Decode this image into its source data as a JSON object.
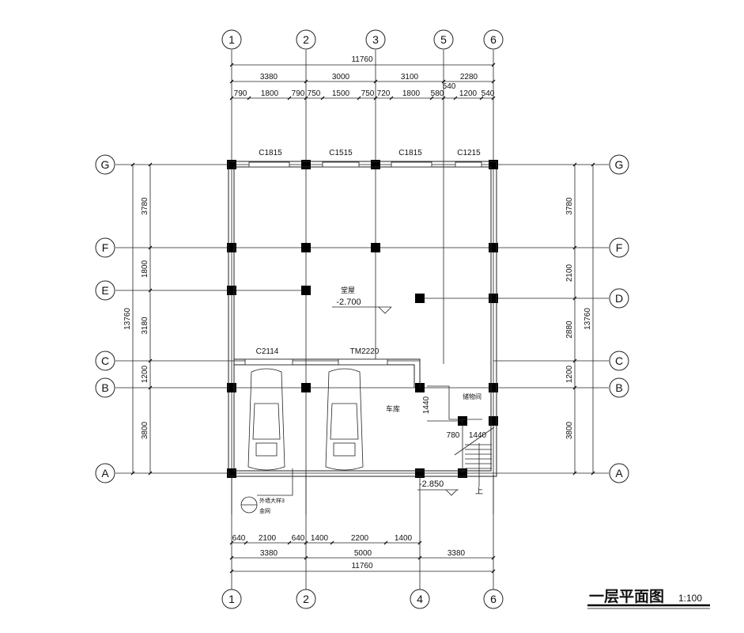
{
  "title": {
    "name": "一层平面图",
    "scale": "1:100"
  },
  "grid": {
    "top_axes": [
      "1",
      "2",
      "3",
      "5",
      "6"
    ],
    "bottom_axes": [
      "1",
      "2",
      "4",
      "6"
    ],
    "left_axes": [
      "G",
      "F",
      "E",
      "C",
      "B",
      "A"
    ],
    "right_axes": [
      "G",
      "F",
      "D",
      "C",
      "B",
      "A"
    ]
  },
  "dims": {
    "top_total": "11760",
    "top_bays": [
      "3380",
      "3000",
      "3100",
      "2280"
    ],
    "top_detail": [
      "790",
      "1800",
      "790",
      "750",
      "1500",
      "750",
      "720",
      "1800",
      "580",
      "540",
      "1200",
      "540"
    ],
    "bottom_detail": [
      "640",
      "2100",
      "640",
      "1400",
      "2200",
      "1400"
    ],
    "bottom_bays": [
      "3380",
      "5000",
      "3380"
    ],
    "bottom_total": "11760",
    "left_segments": [
      "3780",
      "1800",
      "3180",
      "1200",
      "3800"
    ],
    "left_total": "13760",
    "right_segments": [
      "3780",
      "2100",
      "2880",
      "1200",
      "3800"
    ],
    "right_total": "13760",
    "stair": [
      "1440",
      "780",
      "1440"
    ]
  },
  "openings": {
    "top": [
      "C1815",
      "C1515",
      "C1815",
      "C1215"
    ],
    "garage_wall": [
      "C2114",
      "TM2220"
    ]
  },
  "rooms": {
    "hall": "堂屋",
    "hall_level": "-2.700",
    "garage": "车库",
    "storage": "储物间",
    "garage_level": "-2.850",
    "stair_up": "上",
    "detail_ref": "外墙大样3",
    "detail_ref2": "金网"
  }
}
